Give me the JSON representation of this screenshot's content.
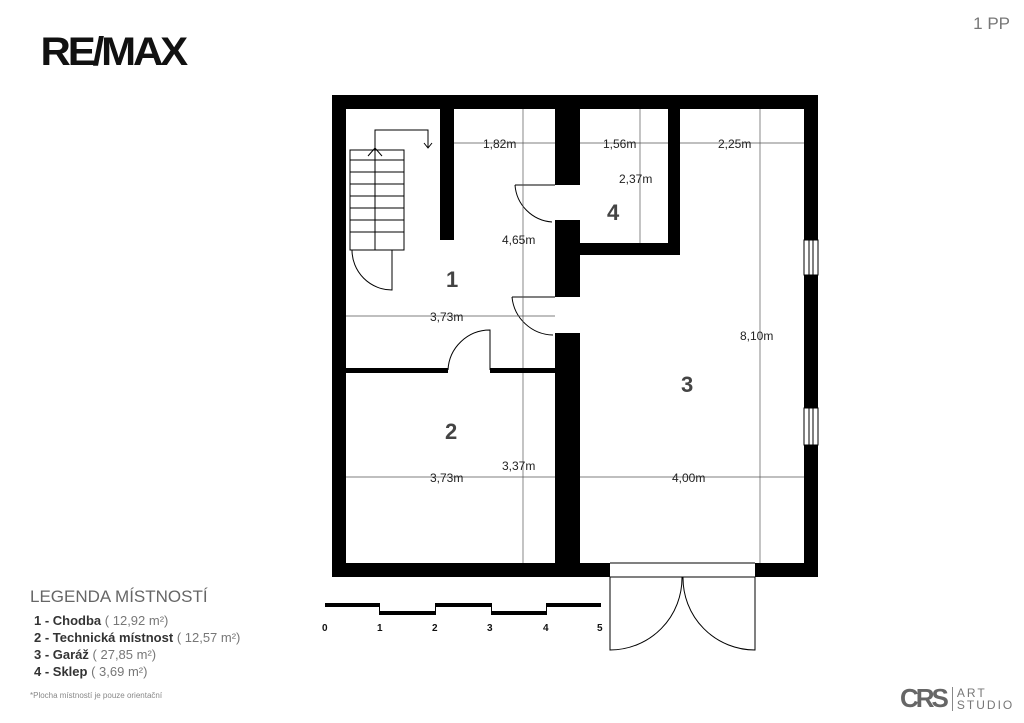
{
  "header": {
    "logo": "RE/MAX",
    "floor": "1 PP"
  },
  "plan": {
    "rooms": [
      "1",
      "2",
      "3",
      "4"
    ],
    "dimensions": {
      "d1": "1,82m",
      "d2": "1,56m",
      "d3": "2,25m",
      "d4": "2,37m",
      "d5": "4,65m",
      "d6": "3,73m",
      "d7": "8,10m",
      "d8": "3,73m",
      "d9": "3,37m",
      "d10": "4,00m"
    },
    "scale": [
      "0",
      "1",
      "2",
      "3",
      "4",
      "5"
    ]
  },
  "legend": {
    "title": "LEGENDA MÍSTNOSTÍ",
    "items": [
      {
        "name": "1 - Chodba",
        "area": "( 12,92 m²)"
      },
      {
        "name": "2 - Technická místnost",
        "area": "( 12,57 m²)"
      },
      {
        "name": "3 - Garáž",
        "area": "( 27,85 m²)"
      },
      {
        "name": "4 - Sklep",
        "area": "( 3,69 m²)"
      }
    ],
    "note": "*Plocha místností je pouze orientační"
  },
  "brand": {
    "crs": "CRS",
    "art": "ART",
    "studio": "STUDIO"
  }
}
